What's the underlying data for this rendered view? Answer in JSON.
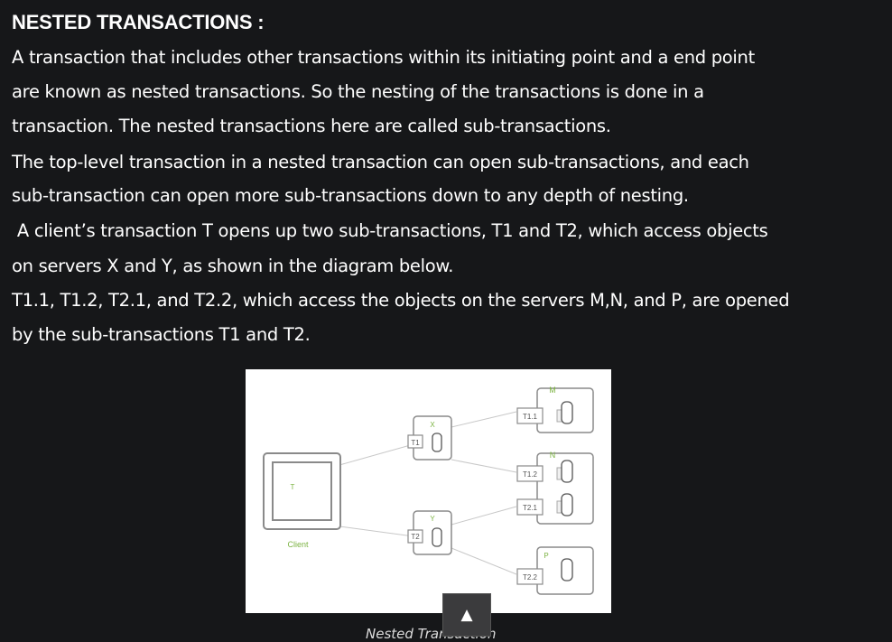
{
  "article": {
    "heading": "NESTED TRANSACTIONS :",
    "paragraphs": [
      "A transaction that includes other transactions within its initiating point and a end point",
      "are known as nested transactions. So the nesting of the transactions is done in a",
      "transaction. The nested transactions here are called sub-transactions.",
      "The top-level transaction in a nested transaction can open sub-transactions, and each",
      "sub-transaction can open more sub-transactions down to any depth of nesting.",
      " A client’s transaction T opens up two sub-transactions, T1 and T2, which access objects",
      "on servers X and Y, as shown in the diagram below.",
      "T1.1, T1.2, T2.1, and T2.2, which access the objects on the servers M,N, and P, are opened",
      "by the sub-transactions T1 and T2."
    ]
  },
  "diagram": {
    "client_label": "Client",
    "client_tx": "T",
    "server_x": "X",
    "server_y": "Y",
    "server_m": "M",
    "server_n": "N",
    "server_p": "P",
    "t1": "T1",
    "t2": "T2",
    "t11": "T1.1",
    "t12": "T1.2",
    "t21": "T2.1",
    "t22": "T2.2"
  },
  "caption": "Nested Transaction",
  "scroll_top": {
    "icon": "up-arrow-icon",
    "glyph": "▲"
  }
}
